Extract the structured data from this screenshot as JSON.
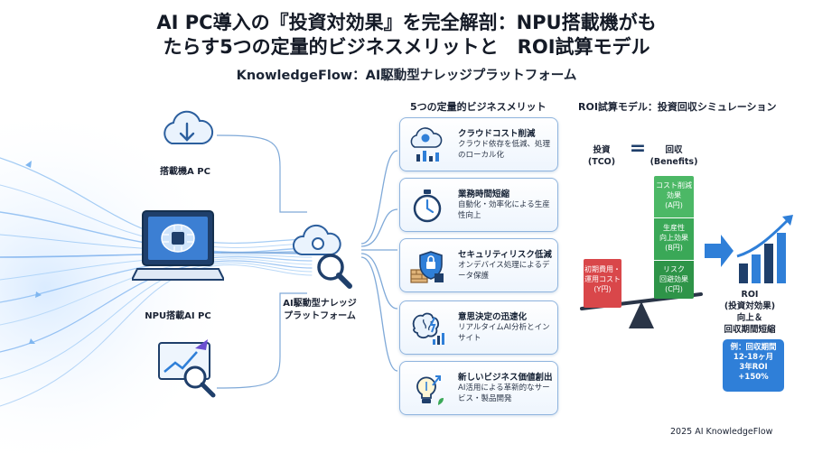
{
  "header": {
    "title_line1": "AI PC導入の『投資対効果』を完全解剖：NPU搭載機がも",
    "title_line2": "たらす5つの定量的ビジネスメリットと　ROI試算モデル",
    "subtitle": "KnowledgeFlow：AI駆動型ナレッジプラットフォーム"
  },
  "sources": [
    {
      "label": "搭載機A PC",
      "icon": "cloud-download-icon"
    },
    {
      "label": "NPU搭載AI PC",
      "icon": "laptop-chip-icon"
    },
    {
      "label": "",
      "icon": "growth-chart-magnifier-icon"
    }
  ],
  "center": {
    "label_line1": "AI駆動型ナレッジ",
    "label_line2": "プラットフォーム",
    "icon": "cloud-gear-magnifier-icon"
  },
  "benefits_heading": "5つの定量的ビジネスメリット",
  "benefits": [
    {
      "title": "クラウドコスト削減",
      "desc": "クラウド依存を低減、処理のローカル化",
      "icon": "cloud-cost-chart-icon"
    },
    {
      "title": "業務時間短縮",
      "desc": "自動化・効率化による生産性向上",
      "icon": "stopwatch-icon"
    },
    {
      "title": "セキュリティリスク低減",
      "desc": "オンデバイス処理によるデータ保護",
      "icon": "shield-lock-icon"
    },
    {
      "title": "意思決定の迅速化",
      "desc": "リアルタイムAI分析とインサイト",
      "icon": "brain-chart-icon"
    },
    {
      "title": "新しいビジネス価値創出",
      "desc": "AI活用による革新的なサービス・製品開発",
      "icon": "lightbulb-growth-icon"
    }
  ],
  "roi": {
    "heading": "ROI試算モデル：投資回収シミュレーション",
    "investment_label": "投資",
    "investment_sub": "(TCO)",
    "equals": "=",
    "return_label": "回収",
    "return_sub": "(Benefits)",
    "cost_bar": {
      "line1": "初期費用・",
      "line2": "運用コスト",
      "line3": "(Y円)"
    },
    "benefit_bars": [
      {
        "line1": "コスト削減",
        "line2": "効果",
        "line3": "(A円)"
      },
      {
        "line1": "生産性",
        "line2": "向上効果",
        "line3": "(B円)"
      },
      {
        "line1": "リスク",
        "line2": "回避効果",
        "line3": "(C円)"
      }
    ],
    "result": {
      "line1": "ROI",
      "line2": "(投資対効果)",
      "line3": "向上＆",
      "line4": "回収期間短縮"
    },
    "example": {
      "line1": "例：回収期間",
      "line2": "12-18ヶ月",
      "line3": "3年ROI",
      "line4": "+150%"
    }
  },
  "footer": "2025 AI KnowledgeFlow",
  "colors": {
    "accent_blue": "#2f7fd8",
    "cost_red": "#d9474a",
    "benefit_green": "#3aa857",
    "card_border": "#8fb4de"
  }
}
